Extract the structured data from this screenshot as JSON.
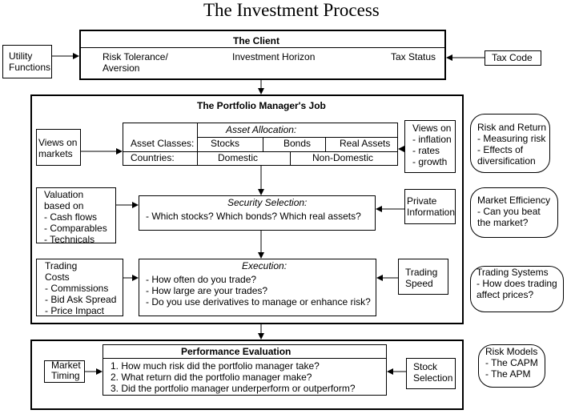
{
  "title": "The Investment Process",
  "client": {
    "heading": "The Client",
    "risk": "Risk Tolerance/\nAversion",
    "horizon": "Investment Horizon",
    "tax_status": "Tax Status"
  },
  "utility": "Utility\nFunctions",
  "tax_code": "Tax Code",
  "pm": {
    "heading": "The Portfolio Manager's Job",
    "views_markets": "Views on\nmarkets",
    "asset_allocation": {
      "title": "Asset Allocation:",
      "row1_label": "Asset Classes:",
      "row1": [
        "Stocks",
        "Bonds",
        "Real Assets"
      ],
      "row2_label": "Countries:",
      "row2": [
        "Domestic",
        "Non-Domestic"
      ]
    },
    "views_on": "Views on\n- inflation\n- rates\n- growth",
    "valuation": "Valuation\nbased on\n- Cash flows\n- Comparables\n- Technicals",
    "security_selection": {
      "title": "Security Selection:",
      "line": "- Which stocks? Which bonds? Which real assets?"
    },
    "private_info": "Private\nInformation",
    "trading_costs": "Trading\nCosts\n- Commissions\n- Bid Ask Spread\n- Price Impact",
    "execution": {
      "title": "Execution:",
      "lines": "- How often do you trade?\n- How large are your trades?\n- Do you use derivatives to manage or enhance risk?"
    },
    "trading_speed": "Trading\nSpeed"
  },
  "side_notes": {
    "risk_return": "Risk and Return\n- Measuring risk\n- Effects of\ndiversification",
    "market_efficiency": "Market Efficiency\n- Can you beat\nthe market?",
    "trading_systems": "Trading Systems\n- How does trading\naffect prices?",
    "risk_models": "Risk Models\n- The CAPM\n- The APM"
  },
  "performance": {
    "heading": "Performance Evaluation",
    "lines": "1. How much risk did the portfolio manager take?\n2. What return did the portfolio manager make?\n3. Did the portfolio manager underperform or outperform?",
    "market_timing": "Market\nTiming",
    "stock_selection": "Stock\nSelection"
  }
}
